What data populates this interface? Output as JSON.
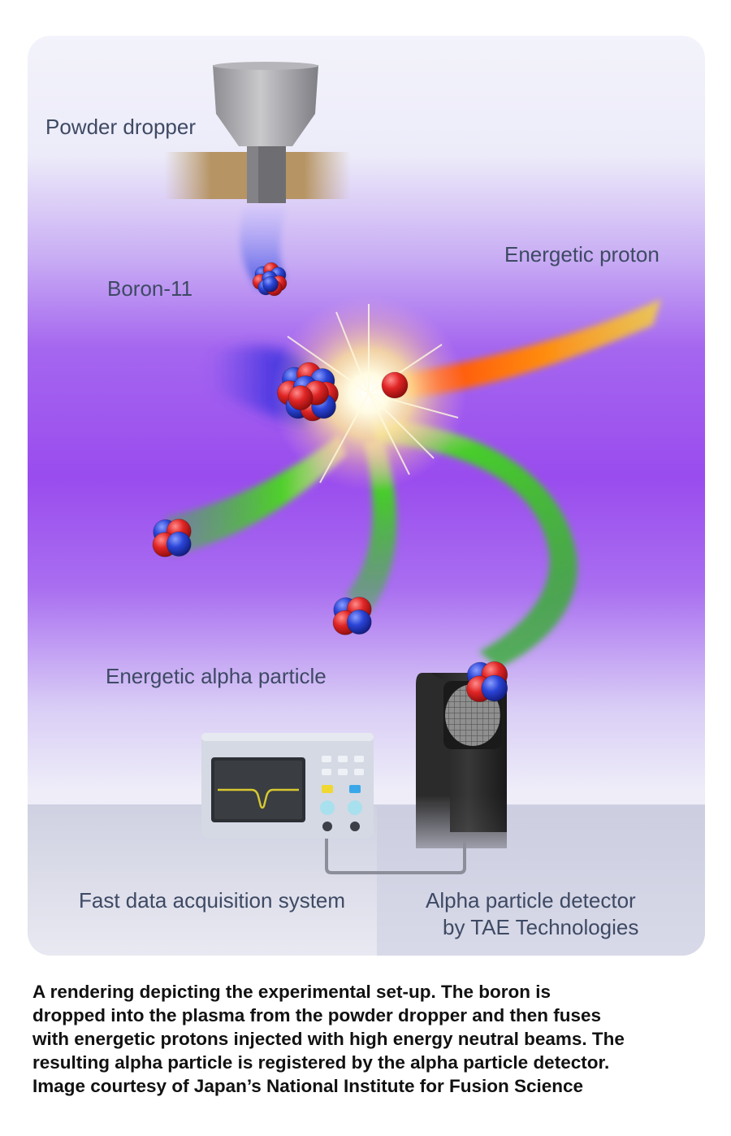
{
  "labels": {
    "powder_dropper": "Powder dropper",
    "boron": "Boron-11",
    "energetic_proton": "Energetic proton",
    "alpha_particle": "Energetic alpha particle",
    "data_system": "Fast data acquisition system",
    "detector_line1": "Alpha particle detector",
    "detector_line2": "by TAE Technologies"
  },
  "caption": {
    "lines": [
      "A rendering depicting the experimental set-up. The boron is",
      "dropped into the plasma from the powder dropper and then fuses",
      "with energetic protons injected with high energy neutral beams. The",
      "resulting alpha particle is registered by the alpha particle detector.",
      "Image courtesy of Japan’s National Institute for Fusion Science"
    ]
  },
  "colors": {
    "proton": "#e02525",
    "neutron": "#2a44d6",
    "plasma_purple": "#9a52ee",
    "alpha_trail": "#3cc32a",
    "proton_trail": "#ff6a10",
    "panel_light": "#f0f0fa"
  },
  "icons": [
    "funnel-icon",
    "oscilloscope-icon",
    "detector-icon"
  ]
}
